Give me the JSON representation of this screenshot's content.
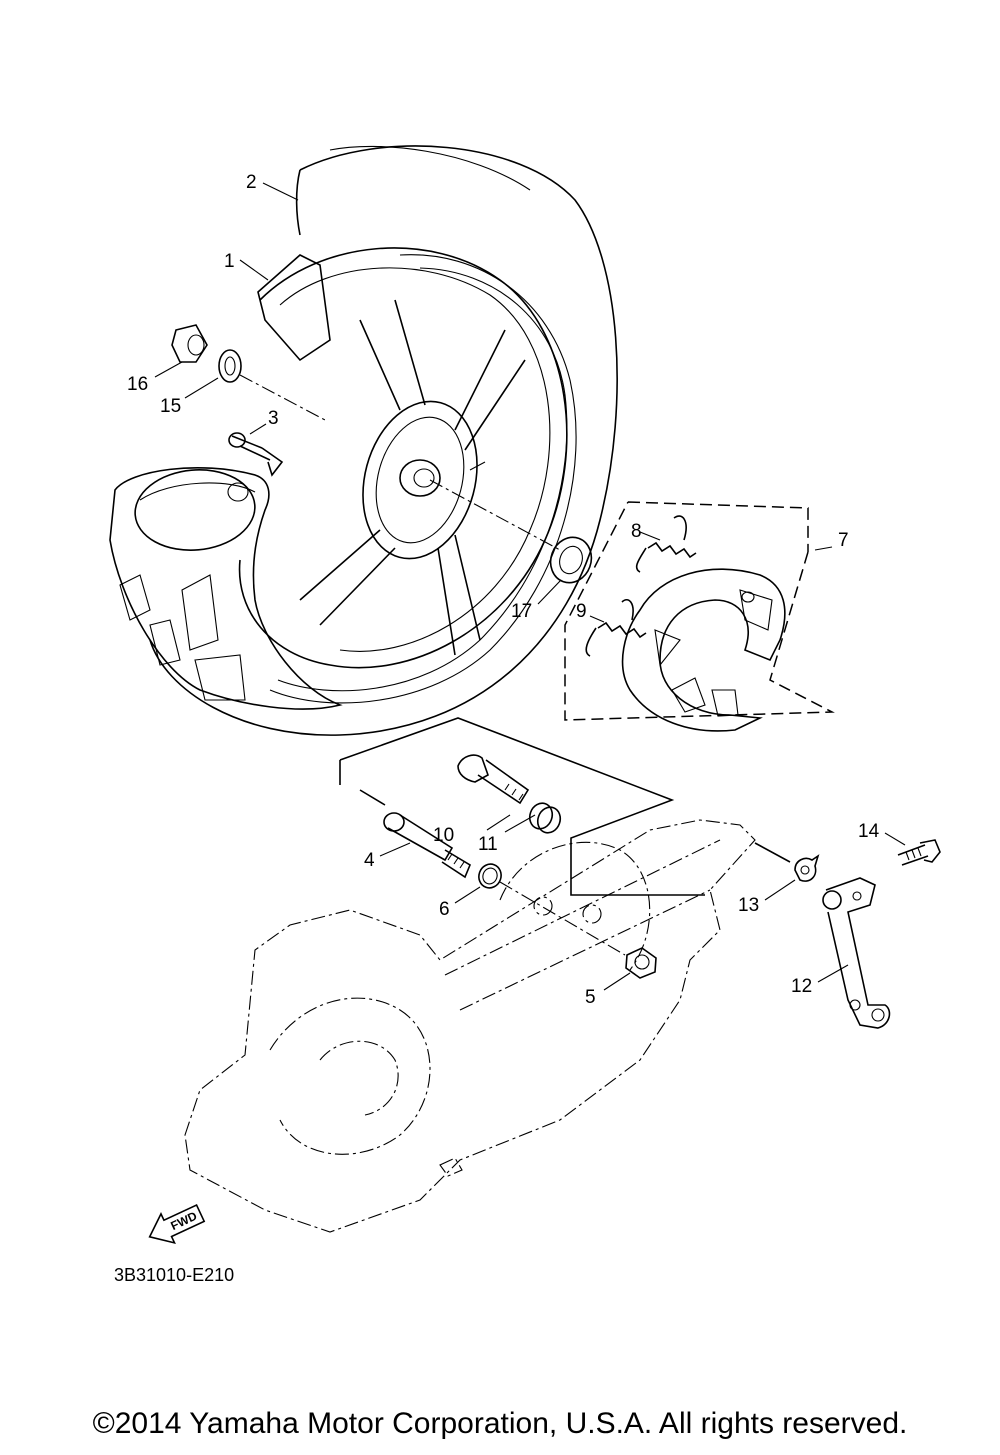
{
  "diagram": {
    "part_numbers": [
      "1",
      "2",
      "3",
      "4",
      "5",
      "6",
      "7",
      "8",
      "9",
      "10",
      "11",
      "12",
      "13",
      "14",
      "15",
      "16",
      "17"
    ],
    "fwd_label": "FWD",
    "figure_code": "3B31010-E210"
  },
  "footer": {
    "copyright": "©2014 Yamaha Motor Corporation, U.S.A. All rights reserved."
  },
  "colors": {
    "line": "#000000",
    "background": "#ffffff"
  }
}
